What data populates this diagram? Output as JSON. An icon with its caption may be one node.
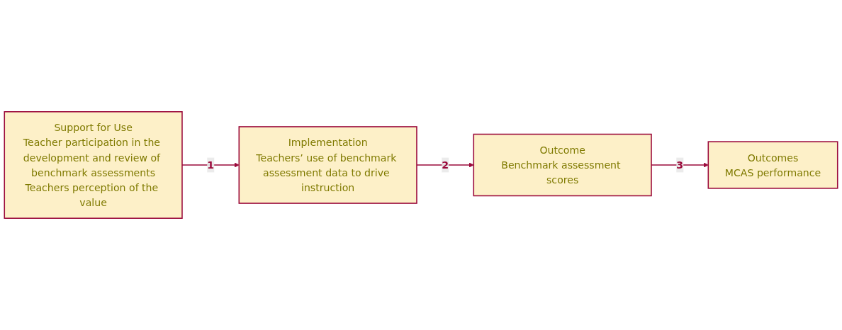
{
  "diagram": {
    "nodes": [
      {
        "text": [
          "Support for Use",
          "Teacher participation in the development and review of benchmark assessments",
          "Teachers perception of the value"
        ]
      },
      {
        "text": [
          "Implementation",
          "Teachers’ use of benchmark assessment data to drive instruction"
        ]
      },
      {
        "text": [
          "Outcome",
          "Benchmark assessment scores"
        ]
      },
      {
        "text": [
          "Outcomes",
          "MCAS performance"
        ]
      }
    ],
    "edges": [
      {
        "from": 0,
        "to": 1,
        "arrow": "to",
        "label": "1"
      },
      {
        "from": 1,
        "to": 2,
        "arrow": "to",
        "label": "2"
      },
      {
        "from": 2,
        "to": 3,
        "arrow": "to",
        "label": "3"
      }
    ]
  }
}
